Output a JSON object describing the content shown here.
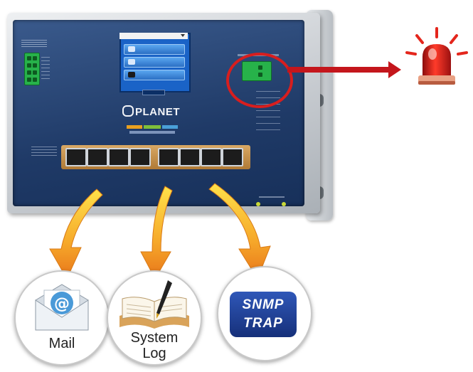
{
  "device": {
    "brand": "PLANET",
    "screen_buttons": [
      "",
      "",
      ""
    ]
  },
  "captions": {
    "mail": "Mail",
    "system_log_line1": "System",
    "system_log_line2": "Log",
    "snmp_line1": "SNMP",
    "snmp_line2": "TRAP",
    "mail_glyph": "@"
  },
  "colors": {
    "alarm_red": "#d81e1e",
    "arrow_orange": "#f39a1c",
    "panel_blue": "#1f3a67",
    "terminal_green": "#27b24a"
  },
  "icons": [
    "alarm-beacon-icon",
    "mail-envelope-icon",
    "book-pen-icon",
    "snmp-trap-icon",
    "curved-arrow-icon"
  ]
}
